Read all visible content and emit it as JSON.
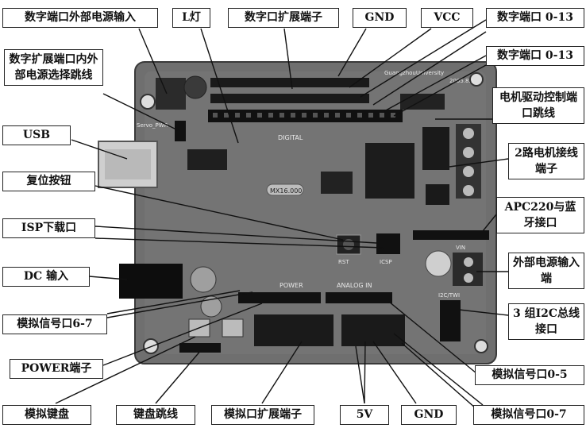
{
  "labels": {
    "digital_ext_power_in": "数字端口外部电源输入",
    "l_led": "L灯",
    "digital_ext_header": "数字口扩展端子",
    "gnd_top": "GND",
    "vcc": "VCC",
    "digital_port_1": "数字端口 0-13",
    "digital_port_2": "数字端口 0-13",
    "digital_ext_power_select": "数字扩展端口内外部电源选择跳线",
    "motor_ctrl_jumper": "电机驱动控制端口跳线",
    "usb": "USB",
    "motor_terminal": "2路电机接线端子",
    "reset_button": "复位按钮",
    "apc220_bluetooth": "APC220与蓝牙接口",
    "isp_port": "ISP下载口",
    "ext_power_in": "外部电源输入端",
    "dc_input": "DC 输入",
    "analog_6_7": "模拟信号口6-7",
    "i2c_port": "3 组I2C总线接口",
    "power_header": "POWER端子",
    "analog_0_5": "模拟信号口0-5",
    "analog_keypad": "模拟键盘",
    "keypad_jumper": "键盘跳线",
    "analog_ext_header": "模拟口扩展端子",
    "five_v": "5V",
    "gnd_bottom": "GND",
    "analog_0_7": "模拟信号口0-7"
  },
  "board": {
    "silk_digital": "DIGITAL",
    "silk_power": "POWER",
    "silk_analog_in": "ANALOG IN",
    "silk_crystal": "MX16.000",
    "silk_rst": "RST",
    "silk_icsp": "ICSP",
    "silk_i2c": "I2C/TWI",
    "silk_vin": "VIN",
    "silk_servo": "Servo_PWR",
    "silk_univ": "GuangzhouUniversity",
    "silk_date": "2005.8.1"
  },
  "colors": {
    "pcb": "#6f6f6f",
    "pcb_dark": "#4a4a4a",
    "header": "#1a1a1a",
    "silk": "#e8e8e8",
    "line": "#111111"
  }
}
